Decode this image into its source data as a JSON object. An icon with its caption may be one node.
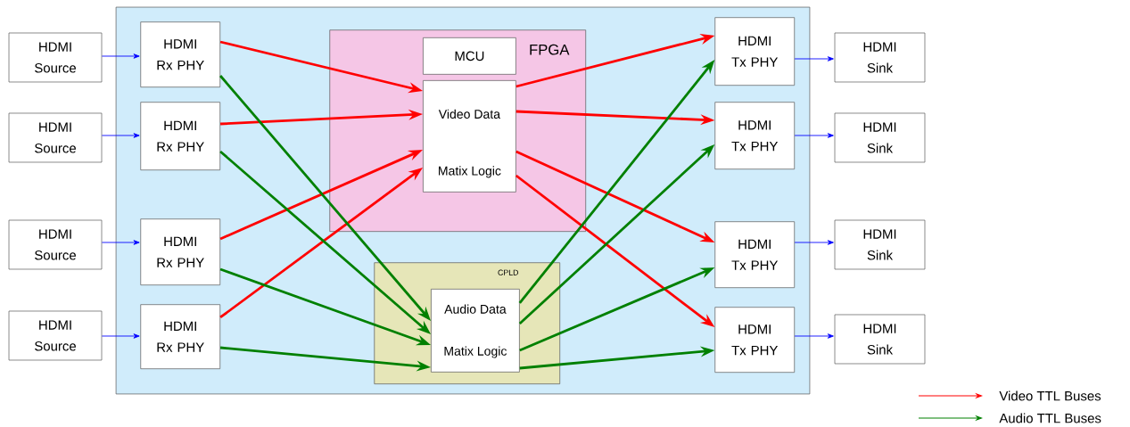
{
  "diagram": {
    "nodes": [
      {
        "text": [],
        "shape": "box"
      },
      {
        "text": [
          "FPGA"
        ],
        "in": 0
      },
      {
        "text": [
          "MCU"
        ],
        "in": 1
      },
      {
        "text": [
          "Video Data",
          "Matix Logic"
        ],
        "in": 1
      },
      {
        "text": [
          "CPLD"
        ],
        "in": 0
      },
      {
        "text": [
          "Audio Data",
          "Matix Logic"
        ],
        "in": 4
      },
      {
        "text": [
          "HDMI Rx PHY"
        ],
        "in": 0
      },
      {
        "text": [
          "HDMI Rx PHY"
        ],
        "in": 0
      },
      {
        "text": [
          "HDMI Rx PHY"
        ],
        "in": 0
      },
      {
        "text": [
          "HDMI Rx PHY"
        ],
        "in": 0
      },
      {
        "text": [
          "HDMI Tx PHY"
        ],
        "in": 0
      },
      {
        "text": [
          "HDMI Tx PHY"
        ],
        "in": 0
      },
      {
        "text": [
          "HDMI Tx PHY"
        ],
        "in": 0
      },
      {
        "text": [
          "HDMI Tx PHY"
        ],
        "in": 0
      },
      {
        "text": [
          "HDMI Source"
        ]
      },
      {
        "text": [
          "HDMI Source"
        ]
      },
      {
        "text": [
          "HDMI Source"
        ]
      },
      {
        "text": [
          "HDMI Source"
        ]
      },
      {
        "text": [
          "HDMI Sink"
        ]
      },
      {
        "text": [
          "HDMI Sink"
        ]
      },
      {
        "text": [
          "HDMI Sink"
        ]
      },
      {
        "text": [
          "HDMI Sink"
        ]
      }
    ],
    "edges": [
      {
        "from": 14,
        "to": 6,
        "arrow": "to",
        "color": "#0000ff"
      },
      {
        "from": 15,
        "to": 7,
        "arrow": "to",
        "color": "#0000ff"
      },
      {
        "from": 16,
        "to": 8,
        "arrow": "to",
        "color": "#0000ff"
      },
      {
        "from": 17,
        "to": 9,
        "arrow": "to",
        "color": "#0000ff"
      },
      {
        "from": 6,
        "to": 3,
        "arrow": "to",
        "color": "#ff0000"
      },
      {
        "from": 7,
        "to": 3,
        "arrow": "to",
        "color": "#ff0000"
      },
      {
        "from": 8,
        "to": 3,
        "arrow": "to",
        "color": "#ff0000"
      },
      {
        "from": 9,
        "to": 3,
        "arrow": "to",
        "color": "#ff0000"
      },
      {
        "from": 6,
        "to": 5,
        "arrow": "to",
        "color": "#008000"
      },
      {
        "from": 7,
        "to": 5,
        "arrow": "to",
        "color": "#008000"
      },
      {
        "from": 8,
        "to": 5,
        "arrow": "to",
        "color": "#008000"
      },
      {
        "from": 9,
        "to": 5,
        "arrow": "to",
        "color": "#008000"
      },
      {
        "from": 3,
        "to": 10,
        "arrow": "to",
        "color": "#ff0000"
      },
      {
        "from": 3,
        "to": 11,
        "arrow": "to",
        "color": "#ff0000"
      },
      {
        "from": 3,
        "to": 12,
        "arrow": "to",
        "color": "#ff0000"
      },
      {
        "from": 3,
        "to": 13,
        "arrow": "to",
        "color": "#ff0000"
      },
      {
        "from": 5,
        "to": 10,
        "arrow": "to",
        "color": "#008000"
      },
      {
        "from": 5,
        "to": 11,
        "arrow": "to",
        "color": "#008000"
      },
      {
        "from": 5,
        "to": 12,
        "arrow": "to",
        "color": "#008000"
      },
      {
        "from": 5,
        "to": 13,
        "arrow": "to",
        "color": "#008000"
      },
      {
        "from": 10,
        "to": 18,
        "arrow": "to",
        "color": "#0000ff"
      },
      {
        "from": 11,
        "to": 19,
        "arrow": "to",
        "color": "#0000ff"
      },
      {
        "from": 12,
        "to": 20,
        "arrow": "to",
        "color": "#0000ff"
      },
      {
        "from": 13,
        "to": 21,
        "arrow": "to",
        "color": "#0000ff"
      }
    ],
    "legend": [
      {
        "text": "Video TTL Buses"
      },
      {
        "text": "Audio TTL Buses"
      }
    ]
  }
}
